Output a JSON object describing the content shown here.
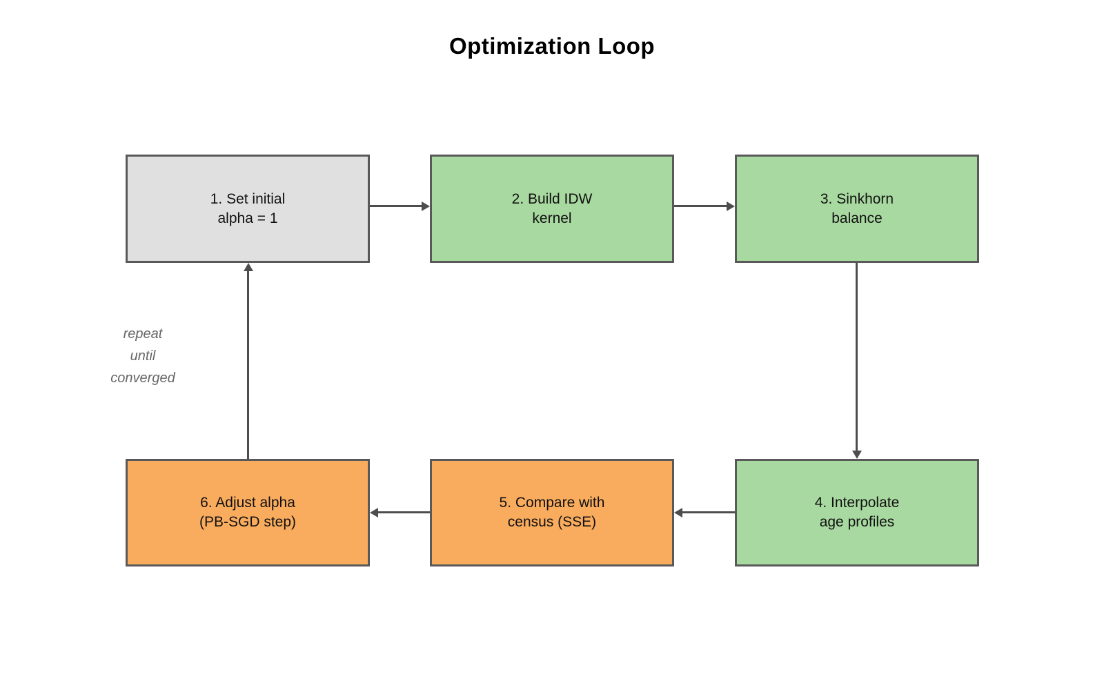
{
  "title": "Optimization Loop",
  "nodes": [
    {
      "id": "step-1",
      "lines": [
        "1. Set initial",
        "alpha = 1"
      ],
      "fill": "gray"
    },
    {
      "id": "step-2",
      "lines": [
        "2. Build IDW",
        "kernel"
      ],
      "fill": "green"
    },
    {
      "id": "step-3",
      "lines": [
        "3. Sinkhorn",
        "balance"
      ],
      "fill": "green"
    },
    {
      "id": "step-4",
      "lines": [
        "4. Interpolate",
        "age profiles"
      ],
      "fill": "green"
    },
    {
      "id": "step-5",
      "lines": [
        "5. Compare with",
        "census (SSE)"
      ],
      "fill": "orange"
    },
    {
      "id": "step-6",
      "lines": [
        "6. Adjust alpha",
        "(PB-SGD step)"
      ],
      "fill": "orange"
    }
  ],
  "annotation": {
    "lines": [
      "repeat",
      "until",
      "converged"
    ]
  },
  "edges": [
    {
      "from": "step-1",
      "to": "step-2"
    },
    {
      "from": "step-2",
      "to": "step-3"
    },
    {
      "from": "step-3",
      "to": "step-4"
    },
    {
      "from": "step-4",
      "to": "step-5"
    },
    {
      "from": "step-5",
      "to": "step-6"
    },
    {
      "from": "step-6",
      "to": "step-1"
    }
  ],
  "colors": {
    "gray": "#e0e0e0",
    "green": "#a8d9a0",
    "orange": "#faac5e",
    "border": "#595959",
    "arrow": "#4d4d4d",
    "annotation_text": "#666666",
    "title_text": "#000000",
    "background": "#ffffff"
  }
}
